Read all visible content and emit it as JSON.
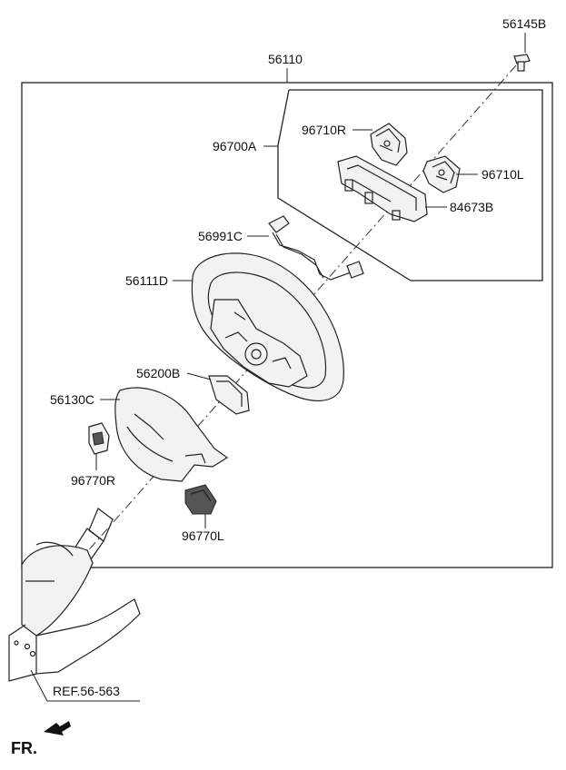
{
  "labels": {
    "p56145B": "56145B",
    "p56110": "56110",
    "p96710R": "96710R",
    "p96700A": "96700A",
    "p96710L": "96710L",
    "p84673B": "84673B",
    "p56991C": "56991C",
    "p56111D": "56111D",
    "p56200B": "56200B",
    "p56130C": "56130C",
    "p96770R": "96770R",
    "p96770L": "96770L",
    "ref": "REF.56-563",
    "fr": "FR."
  },
  "colors": {
    "line": "#222222",
    "background": "#ffffff"
  }
}
